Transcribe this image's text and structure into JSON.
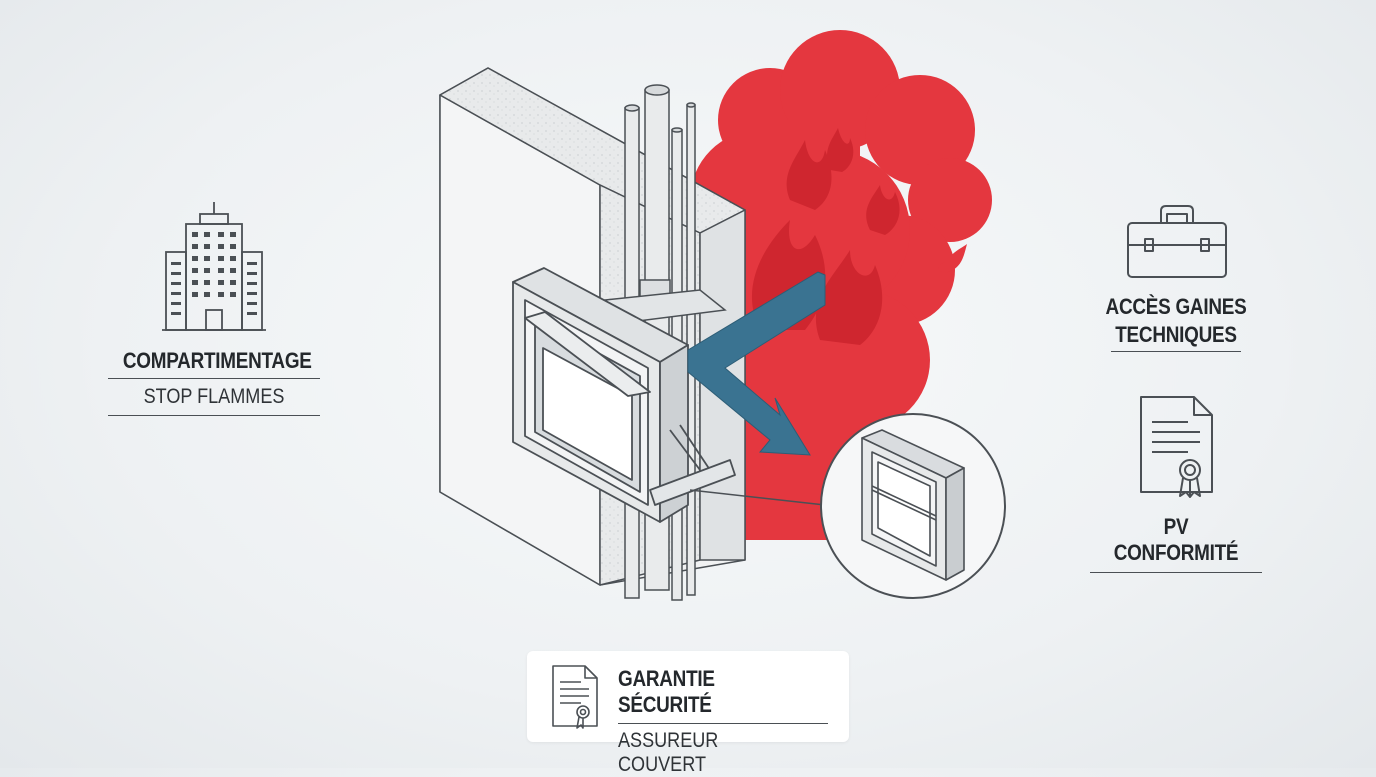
{
  "left": {
    "title": "COMPARTIMENTAGE",
    "subtitle": "STOP FLAMMES",
    "icon": "building-icon"
  },
  "right_top": {
    "title_line1": "ACCÈS GAINES",
    "title_line2": "TECHNIQUES",
    "icon": "toolbox-icon"
  },
  "right_bottom": {
    "title": "PV CONFORMITÉ",
    "icon": "certificate-icon"
  },
  "bottom_card": {
    "title": "GARANTIE SÉCURITÉ",
    "subtitle": "ASSUREUR COUVERT",
    "icon": "certificate-icon"
  },
  "colors": {
    "fire": "#e4373f",
    "fire_dark": "#d42a33",
    "arrow": "#3a7391",
    "line": "#4b5055",
    "panel": "#eceeef"
  }
}
